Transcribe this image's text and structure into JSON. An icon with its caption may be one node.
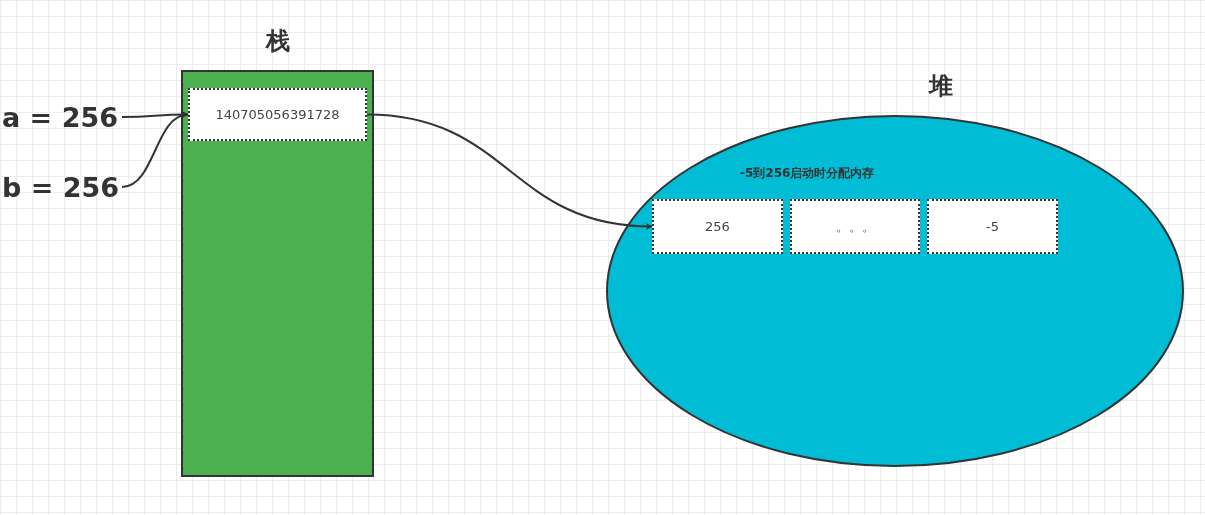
{
  "diagram": {
    "nodes": [
      {
        "text": [
          "a = 256"
        ]
      },
      {
        "text": [
          "b = 256"
        ]
      },
      {
        "text": [
          "栈"
        ]
      },
      {
        "text": [
          "140705056391728"
        ],
        "in": 2
      },
      {
        "text": [
          "堆",
          "-5到256启动时分配内存"
        ]
      },
      {
        "text": [
          "256"
        ],
        "in": 4
      },
      {
        "text": [
          "。。。"
        ],
        "in": 4
      },
      {
        "text": [
          "-5"
        ],
        "in": 4
      }
    ],
    "edges": [
      {
        "from": 0,
        "to": 3,
        "arrow": "to"
      },
      {
        "from": 1,
        "to": 3,
        "arrow": "to"
      },
      {
        "from": 3,
        "to": 5,
        "arrow": "to"
      }
    ]
  }
}
